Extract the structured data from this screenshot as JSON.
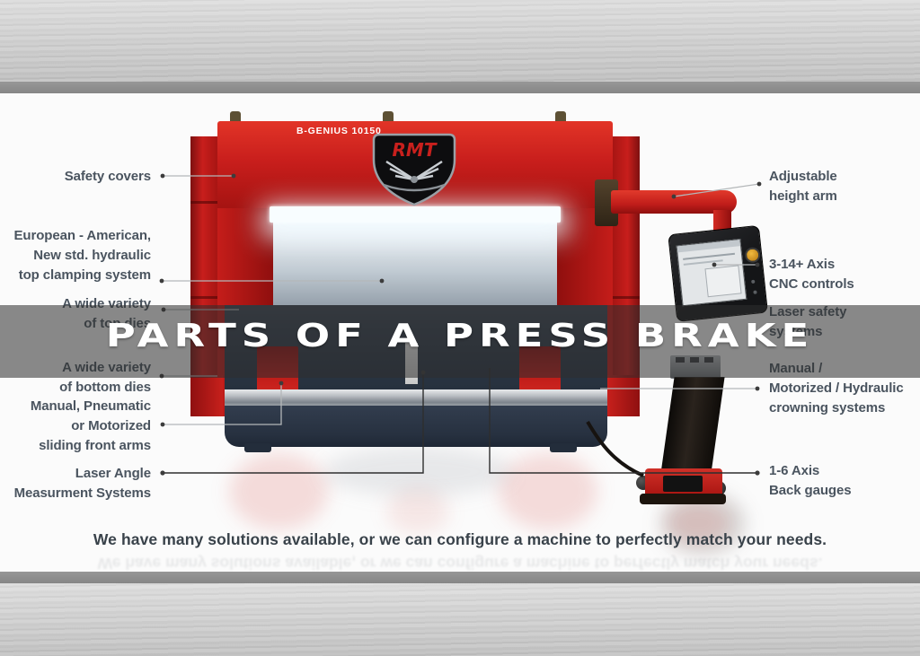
{
  "banner": {
    "title": "PARTS OF A PRESS BRAKE"
  },
  "machine": {
    "model_label": "B-GENIUS 10150",
    "logo_text": "RMT"
  },
  "labels_left": [
    {
      "lines": [
        "Safety covers"
      ]
    },
    {
      "lines": [
        "European - American,",
        "New std. hydraulic",
        "top clamping system"
      ]
    },
    {
      "lines": [
        "A wide variety",
        "of top dies"
      ]
    },
    {
      "lines": [
        "A wide variety",
        "of bottom dies"
      ]
    },
    {
      "lines": [
        "Manual, Pneumatic",
        "or Motorized",
        "sliding front arms"
      ]
    },
    {
      "lines": [
        "Laser Angle",
        "Measurment Systems"
      ]
    }
  ],
  "labels_right": [
    {
      "lines": [
        "Adjustable",
        "height arm"
      ]
    },
    {
      "lines": [
        "3-14+ Axis",
        "CNC controls"
      ]
    },
    {
      "lines": [
        "Laser safety",
        "systems"
      ]
    },
    {
      "lines": [
        "Manual /",
        "Motorized / Hydraulic",
        "crowning systems"
      ]
    },
    {
      "lines": [
        "1-6 Axis",
        "Back gauges"
      ]
    }
  ],
  "caption": "We have many solutions available, or we can configure a machine to perfectly match your needs.",
  "colors": {
    "machine_red": "#c81e1c",
    "machine_body_dark": "#2c3745",
    "label_text": "#4a545f",
    "banner_overlay": "rgba(47,47,47,0.56)",
    "title_text": "#ffffff",
    "metal_band": "#c9c9c9",
    "band_divider": "#8d8d8d",
    "logo_red": "#c8201d",
    "led_light": "#f8fdff"
  }
}
